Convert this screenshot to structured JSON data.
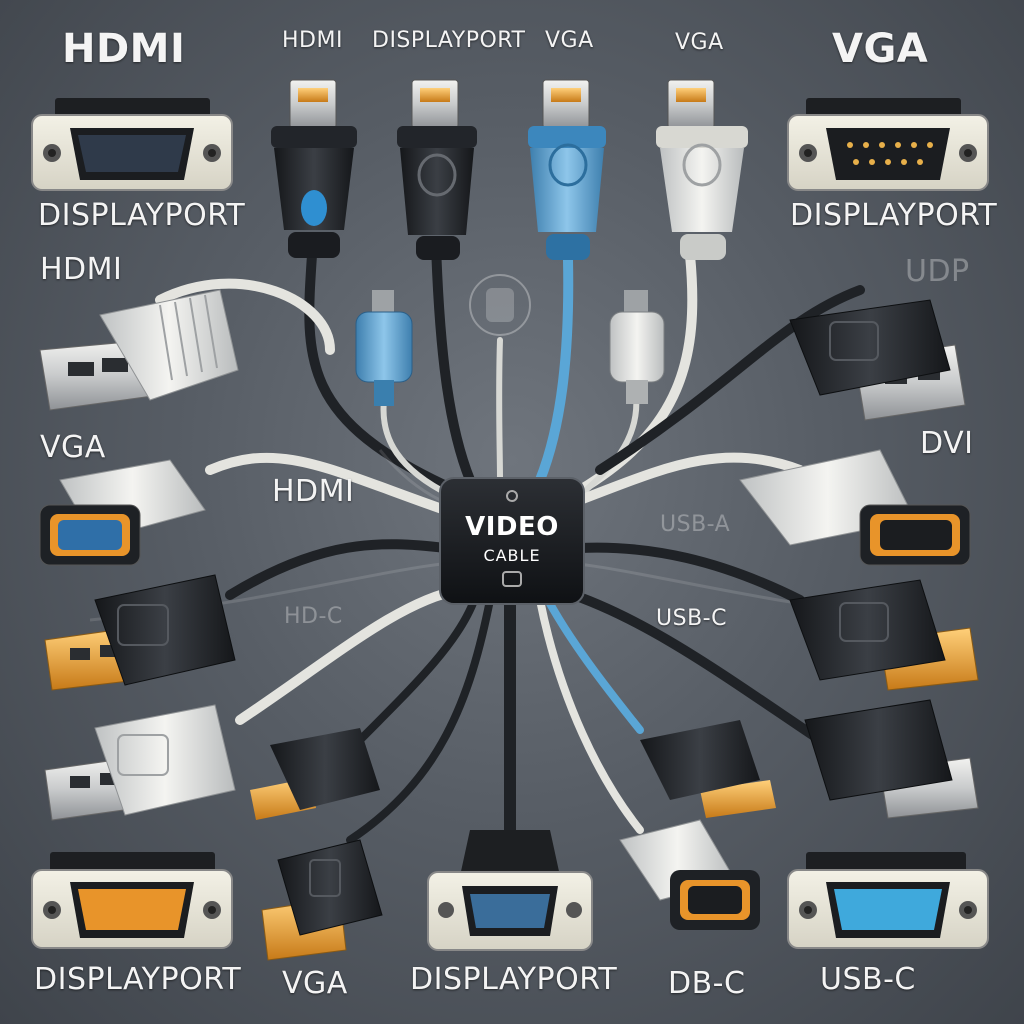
{
  "hub": {
    "title": "VIDEO",
    "subtitle": "CABLE"
  },
  "labels": {
    "tl_top": "HDMI",
    "top_a": "HDMI",
    "top_b": "DISPLAYPORT",
    "top_c": "VGA",
    "top_d": "VGA",
    "tr_top": "VGA",
    "tl_bottom": "DISPLAYPORT",
    "tr_bottom": "DISPLAYPORT",
    "left_hdmi": "HDMI",
    "left_vga": "VGA",
    "right_udp": "UDP",
    "right_dvi": "DVI",
    "center_hdmi": "HDMI",
    "center_usba": "USB-A",
    "center_hdc": "HD-C",
    "right_usbc": "USB-C",
    "bottom_a": "DISPLAYPORT",
    "bottom_b": "VGA",
    "bottom_c": "DISPLAYPORT",
    "bottom_d": "DB-C",
    "bottom_e": "USB-C"
  },
  "colors": {
    "cable_black": "#1f2226",
    "cable_white": "#e4e4df",
    "cable_blue": "#5aa6d6",
    "plug_gold": "#e89a2a",
    "accent_blue": "#2f8fd1",
    "port_orange": "#e8942a",
    "port_blue": "#3fa9dc"
  }
}
